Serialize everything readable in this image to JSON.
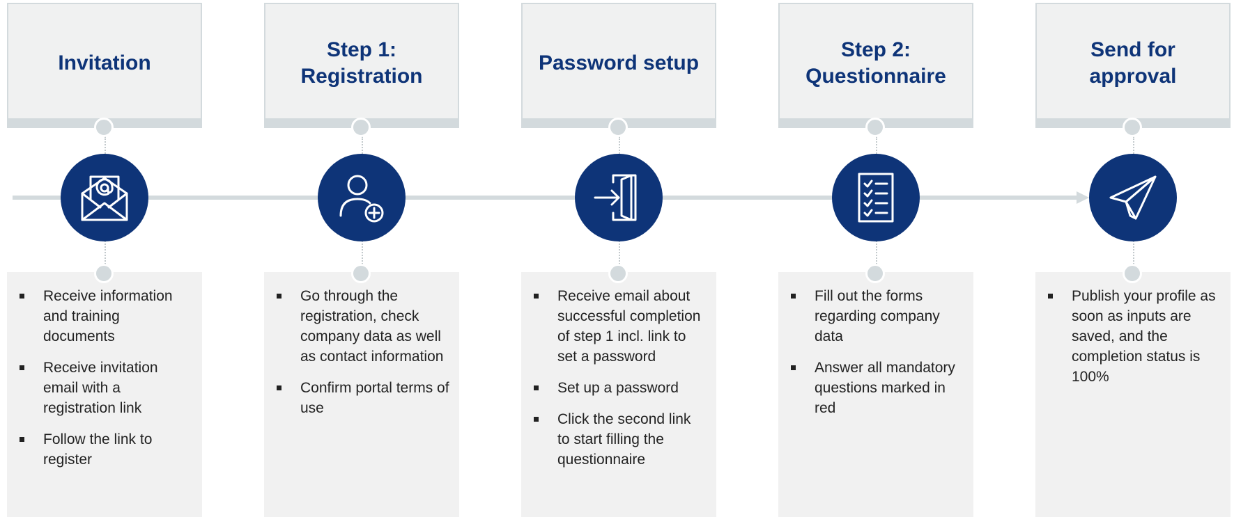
{
  "colors": {
    "primary": "#0e3478",
    "accent_gray": "#d3dadd",
    "box_bg": "#f1f1f1",
    "text": "#222222"
  },
  "steps": [
    {
      "title": "Invitation",
      "icon": "envelope-at-icon",
      "items": [
        "Receive information and training documents",
        "Receive invitation email with a registration link",
        "Follow the link to register"
      ]
    },
    {
      "title": "Step 1: Registration",
      "icon": "user-add-icon",
      "items": [
        "Go through the registration, check company data as well as contact information",
        "Confirm portal terms of use"
      ]
    },
    {
      "title": "Password setup",
      "icon": "sign-in-door-icon",
      "items": [
        "Receive email about successful completion of step 1 incl. link to set a password",
        "Set up a password",
        "Click the second link to start filling the questionnaire"
      ]
    },
    {
      "title": "Step 2: Questionnaire",
      "icon": "checklist-icon",
      "items": [
        "Fill out the forms regarding company data",
        "Answer all mandatory questions marked in red"
      ]
    },
    {
      "title": "Send for approval",
      "icon": "paper-plane-icon",
      "items": [
        "Publish your profile as soon as inputs are saved, and the completion status is 100%"
      ]
    }
  ]
}
